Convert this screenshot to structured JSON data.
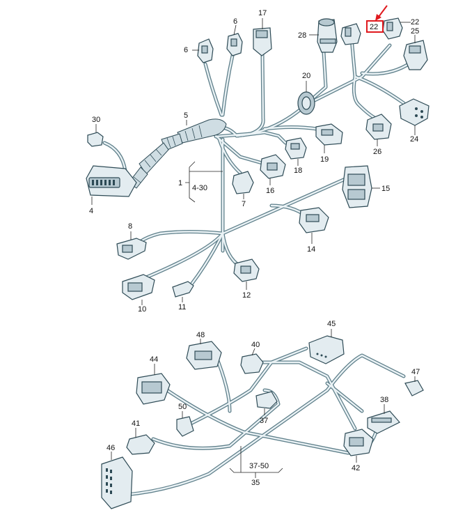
{
  "diagram": {
    "labels": {
      "c1": "1",
      "c4_30": "4-30",
      "c4": "4",
      "c5": "5",
      "c6a": "6",
      "c6b": "6",
      "c7": "7",
      "c8": "8",
      "c10": "10",
      "c11": "11",
      "c12": "12",
      "c14": "14",
      "c15": "15",
      "c16": "16",
      "c17": "17",
      "c18": "18",
      "c19": "19",
      "c20": "20",
      "c22a": "22",
      "c22b": "22",
      "c24": "24",
      "c25": "25",
      "c26": "26",
      "c28": "28",
      "c30": "30",
      "c35": "35",
      "c37": "37",
      "c37_50": "37-50",
      "c38": "38",
      "c40": "40",
      "c41": "41",
      "c42": "42",
      "c44": "44",
      "c45": "45",
      "c46": "46",
      "c47": "47",
      "c48": "48",
      "c50": "50"
    },
    "highlight": {
      "label": "22",
      "color": "#e0191e"
    },
    "colors": {
      "wire": "#5e7f8a",
      "connector": "#e3ecf0",
      "outline": "#2d4a55"
    }
  }
}
